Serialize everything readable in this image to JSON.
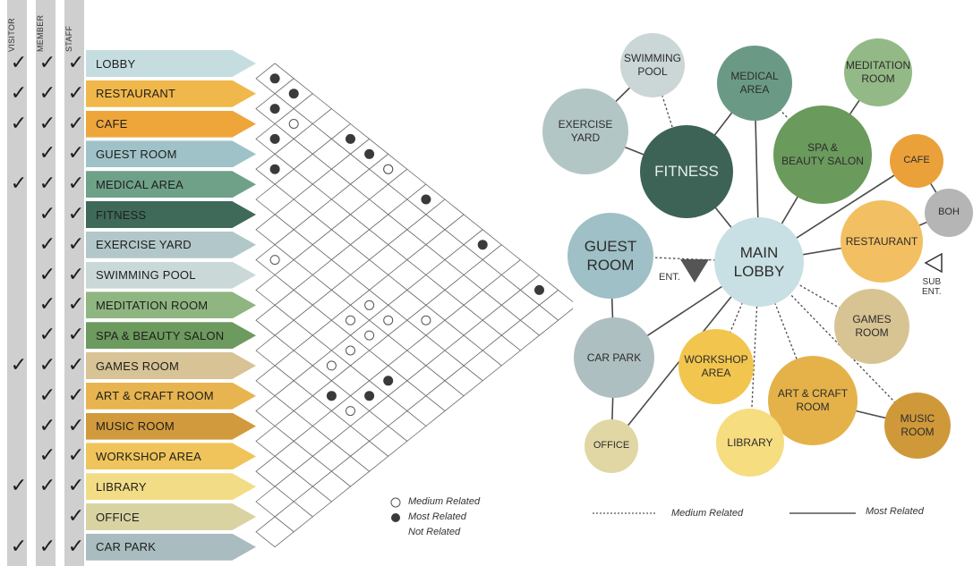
{
  "matrix": {
    "columns": [
      "VISITOR",
      "MEMBER",
      "STAFF"
    ],
    "rows": [
      {
        "label": "LOBBY",
        "color": "#c6dde0",
        "access": [
          true,
          true,
          true
        ]
      },
      {
        "label": "RESTAURANT",
        "color": "#f0b74a",
        "access": [
          true,
          true,
          true
        ]
      },
      {
        "label": "CAFE",
        "color": "#eea63a",
        "access": [
          true,
          true,
          true
        ]
      },
      {
        "label": "GUEST ROOM",
        "color": "#9fc2c8",
        "access": [
          false,
          true,
          true
        ]
      },
      {
        "label": "MEDICAL AREA",
        "color": "#6fa189",
        "access": [
          true,
          true,
          true
        ]
      },
      {
        "label": "FITNESS",
        "color": "#3f6a5a",
        "access": [
          false,
          true,
          true
        ]
      },
      {
        "label": "EXERCISE YARD",
        "color": "#b2c7c9",
        "access": [
          false,
          true,
          true
        ]
      },
      {
        "label": "SWIMMING POOL",
        "color": "#cbd8d8",
        "access": [
          false,
          true,
          true
        ]
      },
      {
        "label": "MEDITATION ROOM",
        "color": "#8fb581",
        "access": [
          false,
          true,
          true
        ]
      },
      {
        "label": "SPA & BEAUTY SALON",
        "color": "#6d9a5e",
        "access": [
          false,
          true,
          true
        ]
      },
      {
        "label": "GAMES ROOM",
        "color": "#d8c396",
        "access": [
          true,
          true,
          true
        ]
      },
      {
        "label": "ART & CRAFT ROOM",
        "color": "#e8b44f",
        "access": [
          false,
          true,
          true
        ]
      },
      {
        "label": "MUSIC ROOM",
        "color": "#d19a3c",
        "access": [
          false,
          true,
          true
        ]
      },
      {
        "label": "WORKSHOP AREA",
        "color": "#f0c45a",
        "access": [
          false,
          true,
          true
        ]
      },
      {
        "label": "LIBRARY",
        "color": "#f3dc86",
        "access": [
          true,
          true,
          true
        ]
      },
      {
        "label": "OFFICE",
        "color": "#d9d3a2",
        "access": [
          false,
          false,
          true
        ]
      },
      {
        "label": "CAR PARK",
        "color": "#a9bcbf",
        "access": [
          true,
          true,
          true
        ]
      }
    ],
    "legend": {
      "medium": "Medium Related",
      "most": "Most Related",
      "not": "Not Related"
    }
  },
  "bubbles": [
    {
      "id": "swimming-pool",
      "label": "SWIMMING\nPOOL",
      "color": "#cbd6d6"
    },
    {
      "id": "medical-area",
      "label": "MEDICAL\nAREA",
      "color": "#6a9a86"
    },
    {
      "id": "meditation-room",
      "label": "MEDITATION\nROOM",
      "color": "#93ba86"
    },
    {
      "id": "exercise-yard",
      "label": "EXERCISE\nYARD",
      "color": "#b3c6c6"
    },
    {
      "id": "fitness",
      "label": "FITNESS",
      "color": "#3d6356"
    },
    {
      "id": "spa",
      "label": "SPA &\nBEAUTY SALON",
      "color": "#6a9a5c"
    },
    {
      "id": "cafe",
      "label": "CAFE",
      "color": "#eba13a"
    },
    {
      "id": "boh",
      "label": "BOH",
      "color": "#b5b5b5"
    },
    {
      "id": "guest-room",
      "label": "GUEST\nROOM",
      "color": "#9ec0c6"
    },
    {
      "id": "main-lobby",
      "label": "MAIN\nLOBBY",
      "color": "#c8e0e4"
    },
    {
      "id": "restaurant",
      "label": "RESTAURANT",
      "color": "#f2c062"
    },
    {
      "id": "car-park",
      "label": "CAR PARK",
      "color": "#aebfc1"
    },
    {
      "id": "workshop-area",
      "label": "WORKSHOP\nAREA",
      "color": "#f2c54e"
    },
    {
      "id": "games-room",
      "label": "GAMES\nROOM",
      "color": "#d8c493"
    },
    {
      "id": "art-craft-room",
      "label": "ART & CRAFT\nROOM",
      "color": "#e5b24a"
    },
    {
      "id": "music-room",
      "label": "MUSIC\nROOM",
      "color": "#cf993a"
    },
    {
      "id": "office",
      "label": "OFFICE",
      "color": "#e0d7a4"
    },
    {
      "id": "library",
      "label": "LIBRARY",
      "color": "#f6dd80"
    }
  ],
  "entrances": {
    "main": "ENT.",
    "sub": "SUB\nENT."
  },
  "diagram_legend": {
    "medium": "Medium Related",
    "most": "Most Related"
  }
}
